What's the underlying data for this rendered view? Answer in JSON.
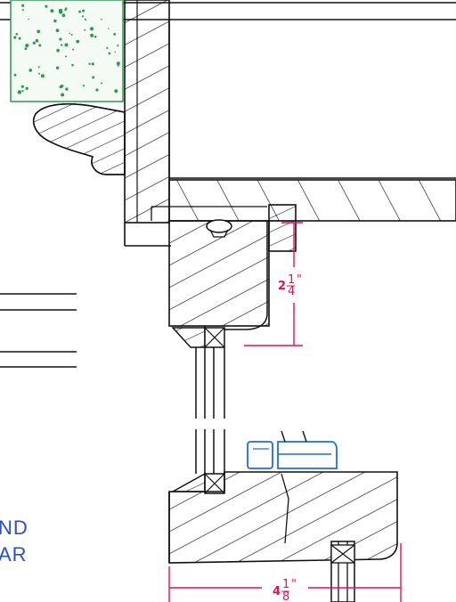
{
  "dimensions": {
    "head_depth_whole": "2",
    "head_depth_frac_num": "1",
    "head_depth_frac_den": "4",
    "head_depth_mark": "\"",
    "sill_width_whole": "4",
    "sill_width_frac_num": "1",
    "sill_width_frac_den": "8",
    "sill_width_mark": "\""
  },
  "notes": {
    "line1": "ND",
    "line2": "AR"
  },
  "colors": {
    "linework": "#111111",
    "dimension": "#e0115f",
    "note": "#2b4fc4",
    "insulation": "#2e9a4e",
    "hardware": "#1f6fd6"
  }
}
